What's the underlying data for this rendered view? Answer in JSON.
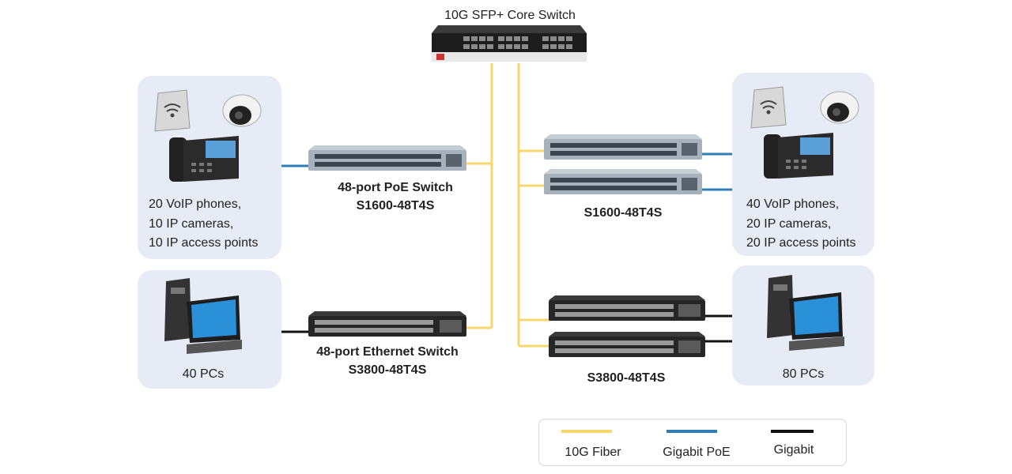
{
  "core": {
    "title": "10G SFP+ Core Switch"
  },
  "left_top": {
    "devices_text": [
      "20 VoIP phones,",
      "10 IP cameras,",
      "10 IP access points"
    ],
    "switch_name": "48-port PoE Switch",
    "switch_model": "S1600-48T4S"
  },
  "left_bottom": {
    "devices_text": "40 PCs",
    "switch_name": "48-port Ethernet Switch",
    "switch_model": "S3800-48T4S"
  },
  "right_top": {
    "devices_text": [
      "40 VoIP phones,",
      "20 IP cameras,",
      "20 IP access points"
    ],
    "switch_model": "S1600-48T4S"
  },
  "right_bottom": {
    "devices_text": "80 PCs",
    "switch_model": "S3800-48T4S"
  },
  "legend": {
    "items": [
      {
        "label": "10G Fiber",
        "color": "#f5d76e"
      },
      {
        "label": "Gigabit PoE",
        "color": "#2f7fb6"
      },
      {
        "label": "Gigabit",
        "color": "#111111"
      }
    ]
  }
}
